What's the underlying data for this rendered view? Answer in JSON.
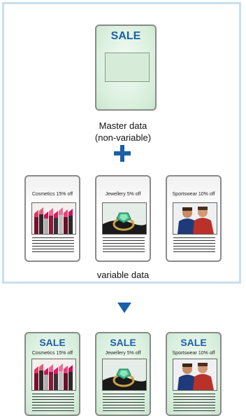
{
  "master": {
    "sale": "SALE",
    "caption_line1": "Master data",
    "caption_line2": "(non-variable)"
  },
  "variable_caption": "variable data",
  "items": [
    {
      "label": "Cosmetics 15% off",
      "image": "lipsticks"
    },
    {
      "label": "Jewellery 5% off",
      "image": "ring"
    },
    {
      "label": "Sportswear 10% off",
      "image": "two-men"
    }
  ],
  "result_sale": "SALE",
  "colors": {
    "accent": "#1a5fa8",
    "panel_border": "#c7dff0",
    "card_green": "#d9efdd"
  }
}
